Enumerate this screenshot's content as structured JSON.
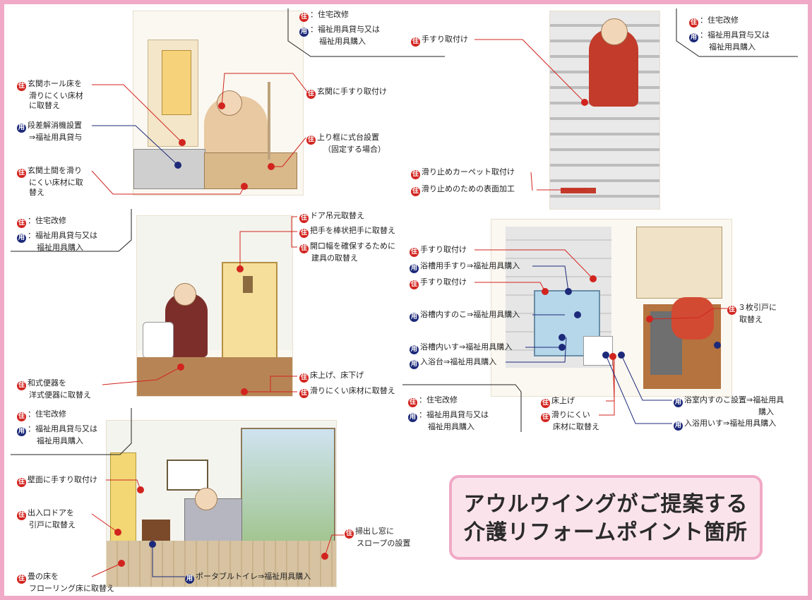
{
  "colors": {
    "frame": "#f0a9c6",
    "jyutaku": "#d2241f",
    "yougu": "#1d2a7a",
    "title_bg": "#fbe3ec"
  },
  "badges": {
    "jyutaku": "住",
    "yougu": "用"
  },
  "legend": {
    "jyutaku": "：住宅改修",
    "yougu": "：福祉用具貸与又は",
    "yougu_line2": "福祉用具購入"
  },
  "title": {
    "line1": "アウルウイングがご提案する",
    "line2": "介護リフォームポイント箇所"
  },
  "entrance": {
    "a": [
      "玄関ホール床を",
      "滑りにくい床材",
      "に取替え"
    ],
    "b": [
      "段差解消機設置",
      "⇒福祉用具貸与"
    ],
    "c": [
      "玄関土間を滑り",
      "にくい床材に取",
      "替え"
    ],
    "d": "玄関に手すり取付け",
    "e": [
      "上り框に式台設置",
      "（固定する場合）"
    ]
  },
  "stairs": {
    "a": "手すり取付け",
    "b": "滑り止めカーペット取付け",
    "c": "滑り止めのための表面加工"
  },
  "toilet": {
    "a": "ドア吊元取替え",
    "b": "把手を棒状把手に取替え",
    "c": [
      "開口幅を確保するために",
      "建具の取替え"
    ],
    "d": [
      "和式便器を",
      "洋式便器に取替え"
    ],
    "e": "床上げ、床下げ",
    "f": "滑りにくい床材に取替え"
  },
  "bath": {
    "a": "手すり取付け",
    "b": "浴槽用手すり⇒福祉用具購入",
    "c": "手すり取付け",
    "d": "浴槽内すのこ⇒福祉用具購入",
    "e": "浴槽内いす⇒福祉用具購入",
    "f": "入浴台⇒福祉用具購入",
    "g": [
      "３枚引戸に",
      "取替え"
    ],
    "h": "床上げ",
    "i": [
      "滑りにくい",
      "床材に取替え"
    ],
    "j": [
      "浴室内すのこ設置⇒福祉用具",
      "購入"
    ],
    "k": "入浴用いす⇒福祉用具購入"
  },
  "bedroom": {
    "a": "壁面に手すり取付け",
    "b": [
      "出入口ドアを",
      "引戸に取替え"
    ],
    "c": [
      "掃出し窓に",
      "スロープの設置"
    ],
    "d": [
      "畳の床を",
      "フローリング床に取替え"
    ],
    "e": "ポータブルトイレ⇒福祉用具購入"
  }
}
